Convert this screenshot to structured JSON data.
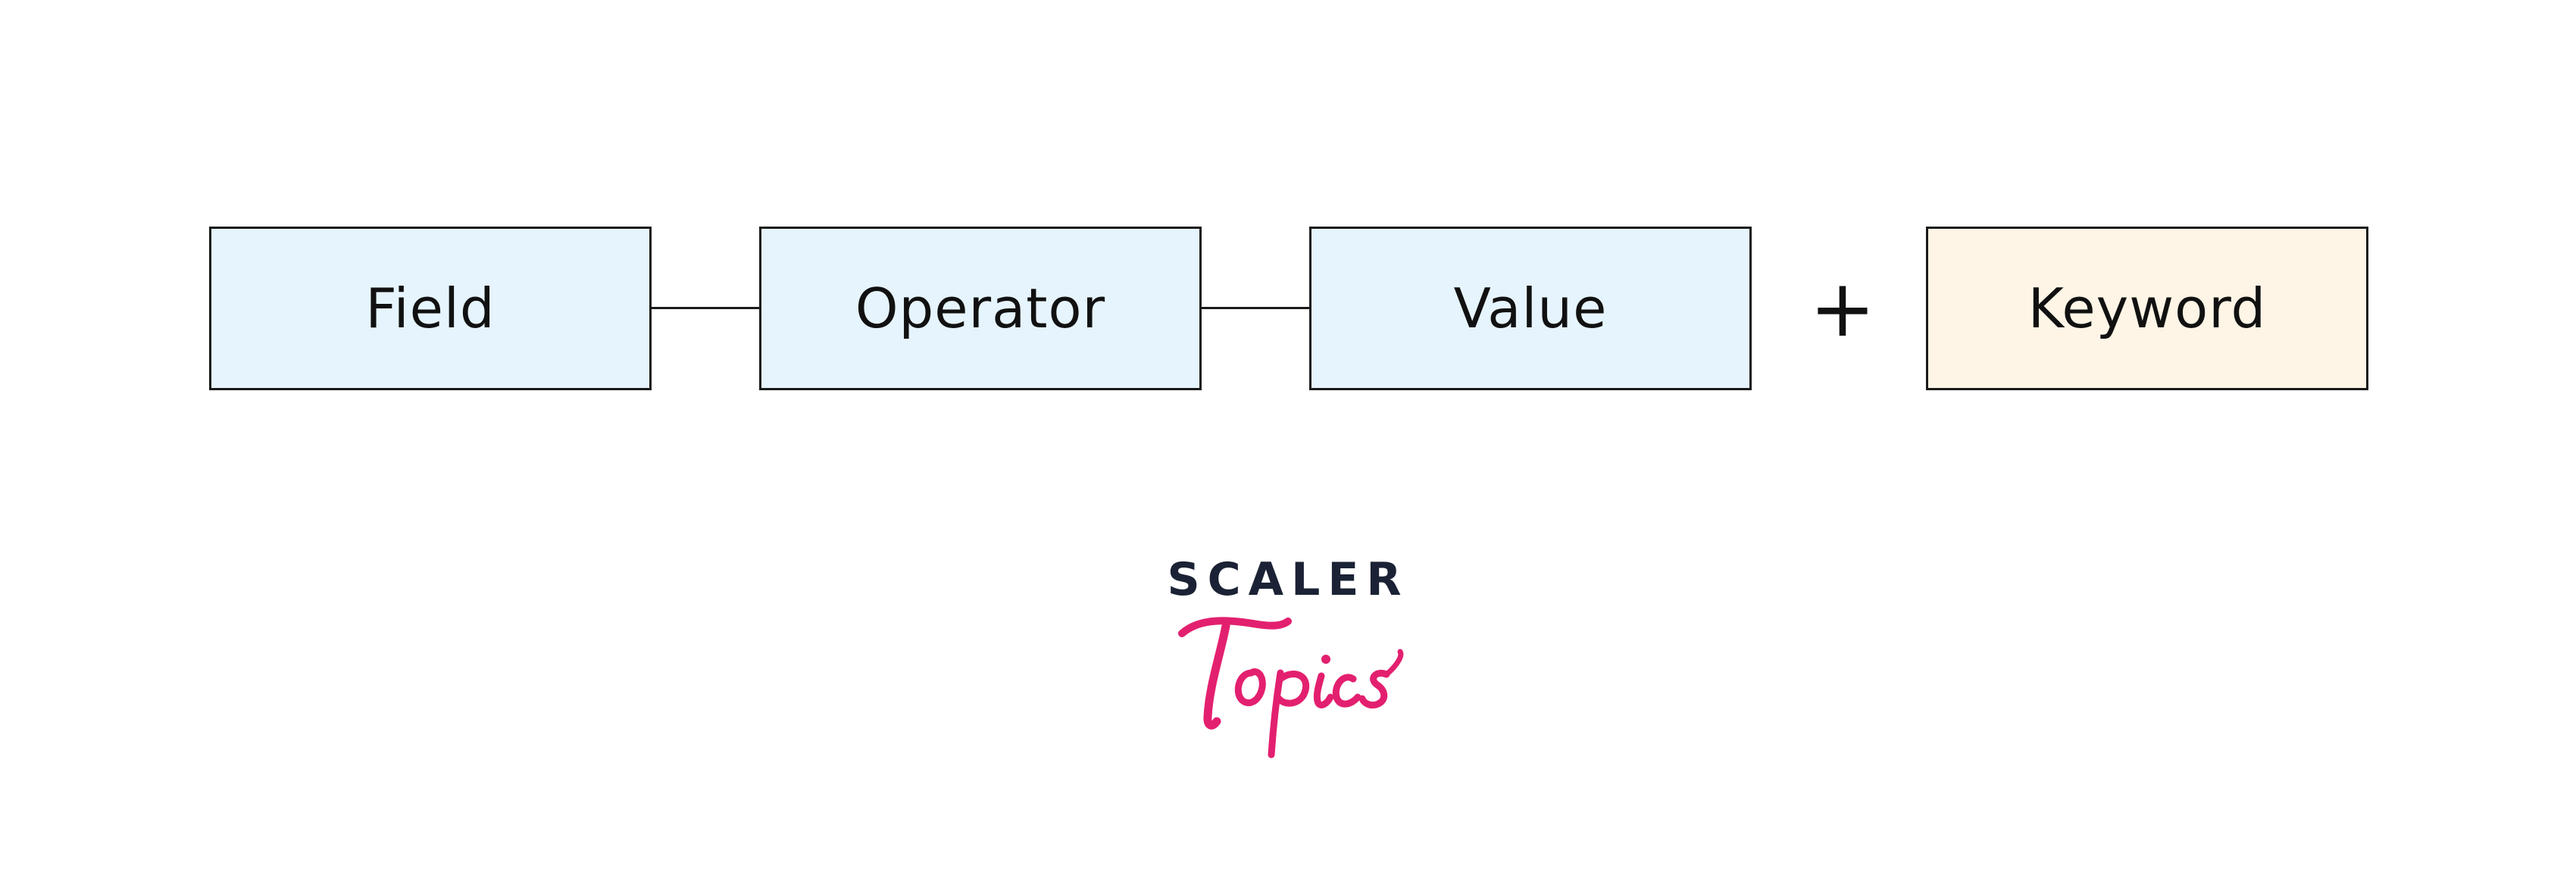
{
  "diagram": {
    "nodes": [
      {
        "id": "field",
        "label": "Field",
        "fill": "#e6f4fd"
      },
      {
        "id": "operator",
        "label": "Operator",
        "fill": "#e6f4fd"
      },
      {
        "id": "value",
        "label": "Value",
        "fill": "#e6f4fd"
      },
      {
        "id": "keyword",
        "label": "Keyword",
        "fill": "#fef5e6"
      }
    ],
    "edges": [
      {
        "from": "field",
        "to": "operator"
      },
      {
        "from": "operator",
        "to": "value"
      }
    ],
    "combinator": "+"
  },
  "logo": {
    "top_text": "SCALER",
    "script_text": "Topics",
    "top_color": "#1b2235",
    "script_color": "#e3206f"
  }
}
